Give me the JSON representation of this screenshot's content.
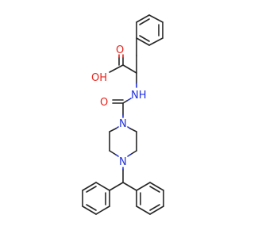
{
  "molecule": {
    "atoms": {
      "hydroxyl": "OH",
      "carbonyl_acid_o": "O",
      "amide_nh": "NH",
      "urea_o": "O",
      "piperazine_n_top": "N",
      "piperazine_n_bottom": "N"
    },
    "colors": {
      "bond": "#262626",
      "oxygen": "#e8231c",
      "nitrogen": "#1f2fe0",
      "background": "#ffffff"
    }
  }
}
